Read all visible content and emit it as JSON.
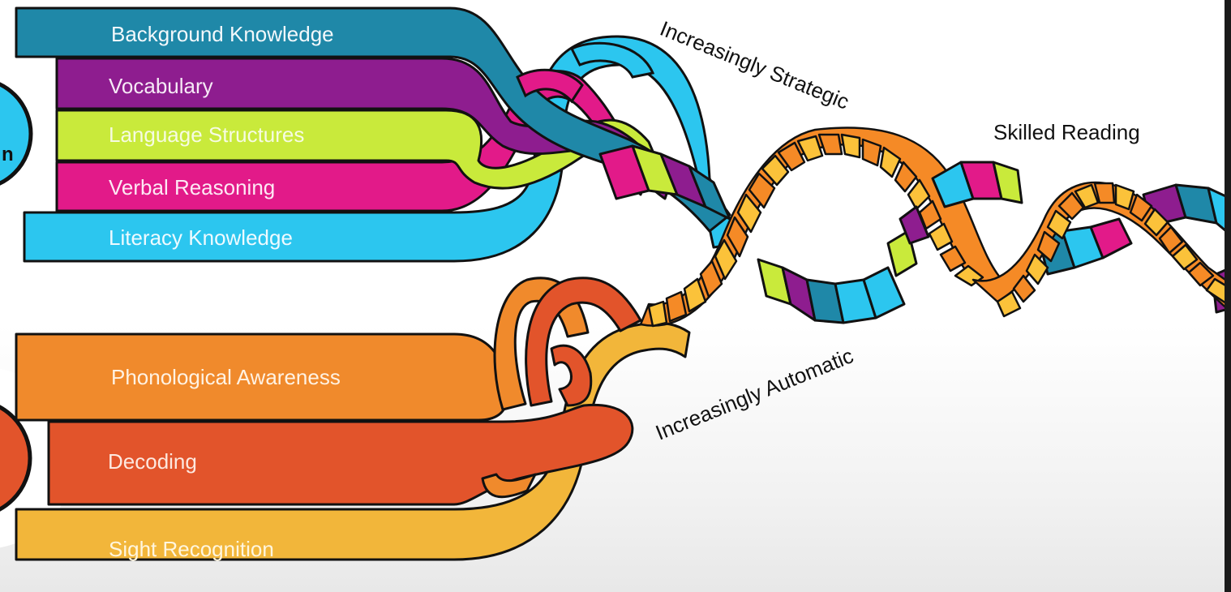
{
  "diagram": {
    "top_strands": [
      {
        "label": "Background Knowledge",
        "color": "#1f88a8",
        "text_color": "#f2f8fb"
      },
      {
        "label": "Vocabulary",
        "color": "#8e1d8f",
        "text_color": "#f6eaf6"
      },
      {
        "label": "Language Structures",
        "color": "#c9ea3b",
        "text_color": "#f6fbe2"
      },
      {
        "label": "Verbal Reasoning",
        "color": "#e21a89",
        "text_color": "#fde9f4"
      },
      {
        "label": "Literacy Knowledge",
        "color": "#2cc6ef",
        "text_color": "#eefaff"
      }
    ],
    "bottom_strands": [
      {
        "label": "Phonological Awareness",
        "color": "#f08a2c",
        "text_color": "#fff2e3"
      },
      {
        "label": "Decoding",
        "color": "#e2542b",
        "text_color": "#fde8df"
      },
      {
        "label": "Sight Recognition",
        "color": "#f2b63a",
        "text_color": "#fff6df"
      }
    ],
    "top_circle": {
      "label_fragment": "n",
      "color": "#2cc6ef"
    },
    "bottom_circle": {
      "color": "#e2542b"
    },
    "annotations": {
      "strategic": "Increasingly Strategic",
      "automatic": "Increasingly Automatic",
      "skilled": "Skilled Reading"
    },
    "colors": {
      "outline": "#111111",
      "rope_orange": "#f58a26",
      "rope_yellow": "#fbc23a",
      "rope_red": "#e14a25"
    }
  }
}
